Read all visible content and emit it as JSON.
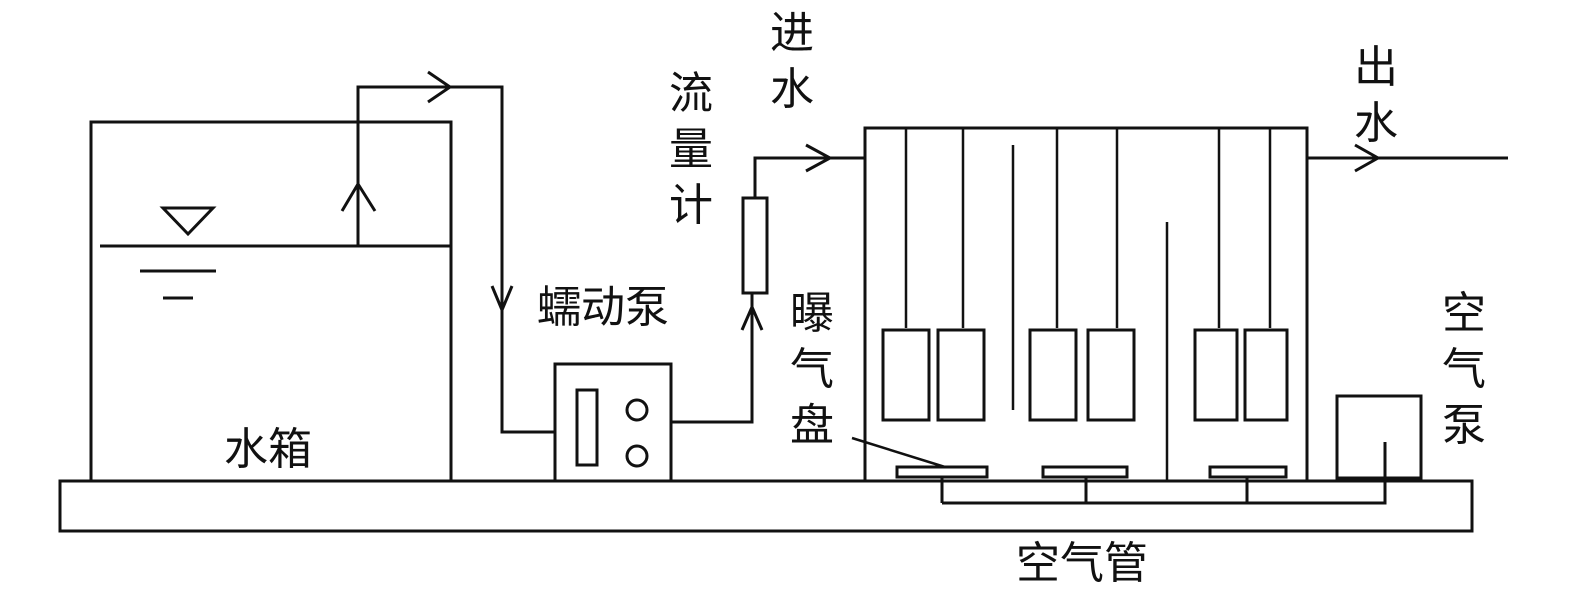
{
  "labels": {
    "water_tank": "水箱",
    "peristaltic_pump": "蠕动泵",
    "flowmeter": "流量计",
    "inflow": "进水",
    "outflow": "出水",
    "aeration_disc": "曝气盘",
    "air_pump": "空气泵",
    "air_pipe": "空气管"
  },
  "colors": {
    "line": "#111111",
    "background": "#ffffff"
  }
}
